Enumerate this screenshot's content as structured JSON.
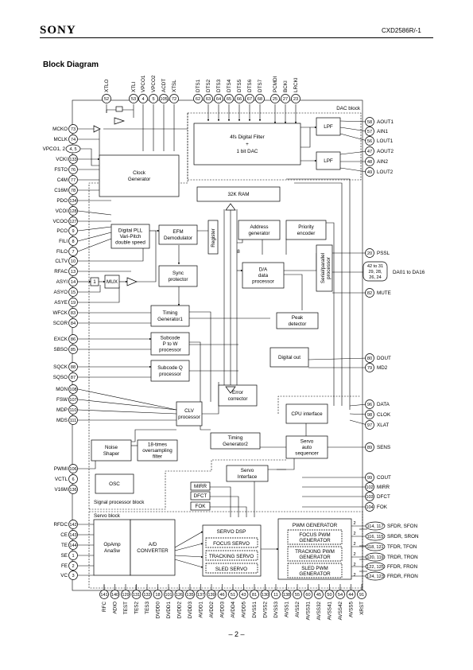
{
  "header": {
    "brand": "SONY",
    "part": "CXD2586R/-1"
  },
  "section_title": "Block Diagram",
  "footer": "– 2 –",
  "blocks": {
    "dac": "DAC block",
    "filter": [
      "4fs Digital Filter",
      "+",
      "1 bit DAC"
    ],
    "lpf": "LPF",
    "clock": [
      "Clock",
      "Generator"
    ],
    "pll": [
      "Digital PLL",
      "Vari-Pitch",
      "double speed"
    ],
    "efm": [
      "EFM",
      "Demodulator"
    ],
    "ram": "32K RAM",
    "register": "Register",
    "addr": [
      "Address",
      "generator"
    ],
    "prio": [
      "Priority",
      "encoder"
    ],
    "sp": [
      "Serial/parallel",
      "processor"
    ],
    "sync": [
      "Sync",
      "protector"
    ],
    "da": [
      "D/A",
      "data",
      "processor"
    ],
    "peak": [
      "Peak",
      "detector"
    ],
    "tg1": [
      "Timing",
      "Generator1"
    ],
    "subpw": [
      "Subcode",
      "P to W",
      "processor"
    ],
    "digout": "Digital out",
    "subq": [
      "Subcode Q",
      "processor"
    ],
    "errc": [
      "Error",
      "corrector"
    ],
    "cpu": "CPU interface",
    "clv": [
      "CLV",
      "processor"
    ],
    "noise": [
      "Noise",
      "Shaper"
    ],
    "over": [
      "18-times",
      "oversampling",
      "filter"
    ],
    "tg2": [
      "Timing",
      "Generator2"
    ],
    "servoseq": [
      "Servo",
      "auto",
      "sequencer"
    ],
    "servoif": [
      "Servo",
      "Interface"
    ],
    "osc": "OSC",
    "sigproc": "Signal processor block",
    "servoblk": "Servo block",
    "mirr": "MIRR",
    "dfct": "DFCT",
    "fok": "FOK",
    "opamp": [
      "OpAmp",
      "AnaSw"
    ],
    "adc": [
      "A/D",
      "CONVERTER"
    ],
    "servodsp": "SERVO DSP",
    "focus": "FOCUS SERVO",
    "track": "TRACKING SERVO",
    "sled": "SLED SERVO",
    "pwmgen": "PWM GENERATOR",
    "focuspwm": [
      "FOCUS PWM",
      "GENERATOR"
    ],
    "trackpwm": [
      "TRACKING PWM",
      "GENERATOR"
    ],
    "sledpwm": [
      "SLED PWM",
      "GENERATOR"
    ],
    "mux": "MUX",
    "one": "1",
    "eight": "8",
    "two": "2"
  },
  "top_pins": [
    {
      "name": "XTLO",
      "num": "52"
    },
    {
      "name": "XTLI",
      "num": "53"
    },
    {
      "name": "VPCO1",
      "num": "4"
    },
    {
      "name": "VPCO2",
      "num": "5"
    },
    {
      "name": "ACDT",
      "num": "105"
    },
    {
      "name": "XTSL",
      "num": "72"
    },
    {
      "name": "DTS1",
      "num": "62"
    },
    {
      "name": "DTS2",
      "num": "63"
    },
    {
      "name": "DTS3",
      "num": "64"
    },
    {
      "name": "DTS4",
      "num": "65"
    },
    {
      "name": "DTS5",
      "num": "66"
    },
    {
      "name": "DTS6",
      "num": "67"
    },
    {
      "name": "DTS7",
      "num": "68"
    },
    {
      "name": "PCMDI",
      "num": "25"
    },
    {
      "name": "BCKI",
      "num": "27"
    },
    {
      "name": "LRCKI",
      "num": "23"
    }
  ],
  "left_pins": [
    {
      "name": "MCKO",
      "num": "73"
    },
    {
      "name": "MCLK",
      "num": "74"
    },
    {
      "name": "VPCO1, 2",
      "num": "4, 5"
    },
    {
      "name": "VCKI",
      "num": "133"
    },
    {
      "name": "FSTO",
      "num": "76"
    },
    {
      "name": "C4M",
      "num": "77"
    },
    {
      "name": "C16M",
      "num": "78"
    },
    {
      "name": "PDO",
      "num": "134"
    },
    {
      "name": "VCOI",
      "num": "128"
    },
    {
      "name": "VCOO",
      "num": "127"
    },
    {
      "name": "PCO",
      "num": "9"
    },
    {
      "name": "FILI",
      "num": "8"
    },
    {
      "name": "FILO",
      "num": "7"
    },
    {
      "name": "CLTV",
      "num": "10"
    },
    {
      "name": "RFAC",
      "num": "13"
    },
    {
      "name": "ASYI",
      "num": "14"
    },
    {
      "name": "ASYO",
      "num": "15"
    },
    {
      "name": "ASYE",
      "num": "19"
    },
    {
      "name": "WFCK",
      "num": "83"
    },
    {
      "name": "SCOR",
      "num": "84"
    },
    {
      "name": "EXCK",
      "num": "86"
    },
    {
      "name": "SBSO",
      "num": "85"
    },
    {
      "name": "SQCK",
      "num": "88"
    },
    {
      "name": "SQSO",
      "num": "87"
    },
    {
      "name": "MON",
      "num": "108"
    },
    {
      "name": "FSW",
      "num": "107"
    },
    {
      "name": "MDP",
      "num": "110"
    },
    {
      "name": "MDS",
      "num": "111"
    },
    {
      "name": "PWMI",
      "num": "106"
    },
    {
      "name": "VCTL",
      "num": "6"
    },
    {
      "name": "V16M",
      "num": "136"
    },
    {
      "name": "RFDC",
      "num": "142"
    },
    {
      "name": "CE",
      "num": "143"
    },
    {
      "name": "TE",
      "num": "144"
    },
    {
      "name": "SE",
      "num": "1"
    },
    {
      "name": "FE",
      "num": "2"
    },
    {
      "name": "VC",
      "num": "3"
    }
  ],
  "right_pins": [
    {
      "name": "AOUT1",
      "num": "58"
    },
    {
      "name": "AIN1",
      "num": "57"
    },
    {
      "name": "LOUT1",
      "num": "56"
    },
    {
      "name": "AOUT2",
      "num": "47"
    },
    {
      "name": "AIN2",
      "num": "48"
    },
    {
      "name": "LOUT2",
      "num": "49"
    },
    {
      "name": "PSSL",
      "num": "20"
    },
    {
      "name": "DA01 to DA16",
      "num": "42 to 31, 29, 28, 26, 24"
    },
    {
      "name": "MUTE",
      "num": "82"
    },
    {
      "name": "DOUT",
      "num": "80"
    },
    {
      "name": "MD2",
      "num": "79"
    },
    {
      "name": "DATA",
      "num": "96"
    },
    {
      "name": "CLOK",
      "num": "98"
    },
    {
      "name": "XLAT",
      "num": "97"
    },
    {
      "name": "SENS",
      "num": "89"
    },
    {
      "name": "COUT",
      "num": "99"
    },
    {
      "name": "MIRR",
      "num": "102"
    },
    {
      "name": "DFCT",
      "num": "103"
    },
    {
      "name": "FOK",
      "num": "104"
    },
    {
      "name": "SFDR, SFON",
      "num": "114, 117"
    },
    {
      "name": "SRDR, SRON",
      "num": "116, 115"
    },
    {
      "name": "TFDR, TFON",
      "num": "118, 121"
    },
    {
      "name": "TRDR, TRON",
      "num": "120, 119"
    },
    {
      "name": "FFDR, FRON",
      "num": "122, 125"
    },
    {
      "name": "FRDR, FRON",
      "num": "124, 123"
    }
  ],
  "bottom_pins": [
    {
      "name": "RFC",
      "num": "141"
    },
    {
      "name": "ADIO",
      "num": "140"
    },
    {
      "name": "TEST",
      "num": "129"
    },
    {
      "name": "TES2",
      "num": "131"
    },
    {
      "name": "TES3",
      "num": "132"
    },
    {
      "name": "DVDD0",
      "num": "18"
    },
    {
      "name": "DVDD1",
      "num": "101"
    },
    {
      "name": "DVDD2",
      "num": "126"
    },
    {
      "name": "DVDD3",
      "num": "135"
    },
    {
      "name": "AVDD1",
      "num": "137"
    },
    {
      "name": "AVDD2",
      "num": "139"
    },
    {
      "name": "AVDD3",
      "num": "46"
    },
    {
      "name": "AVDD4",
      "num": "51"
    },
    {
      "name": "AVDD5",
      "num": "43"
    },
    {
      "name": "DVSS1",
      "num": "81"
    },
    {
      "name": "DVSS2",
      "num": "130"
    },
    {
      "name": "DVSS3",
      "num": "11"
    },
    {
      "name": "AVSS1",
      "num": "138"
    },
    {
      "name": "AVSS2",
      "num": "55"
    },
    {
      "name": "AVSS31",
      "num": "60"
    },
    {
      "name": "AVSS32",
      "num": "45"
    },
    {
      "name": "AVSS41",
      "num": "50"
    },
    {
      "name": "AVSS42",
      "num": "54"
    },
    {
      "name": "AVSS5",
      "num": "44"
    },
    {
      "name": "XRST",
      "num": "91"
    }
  ]
}
